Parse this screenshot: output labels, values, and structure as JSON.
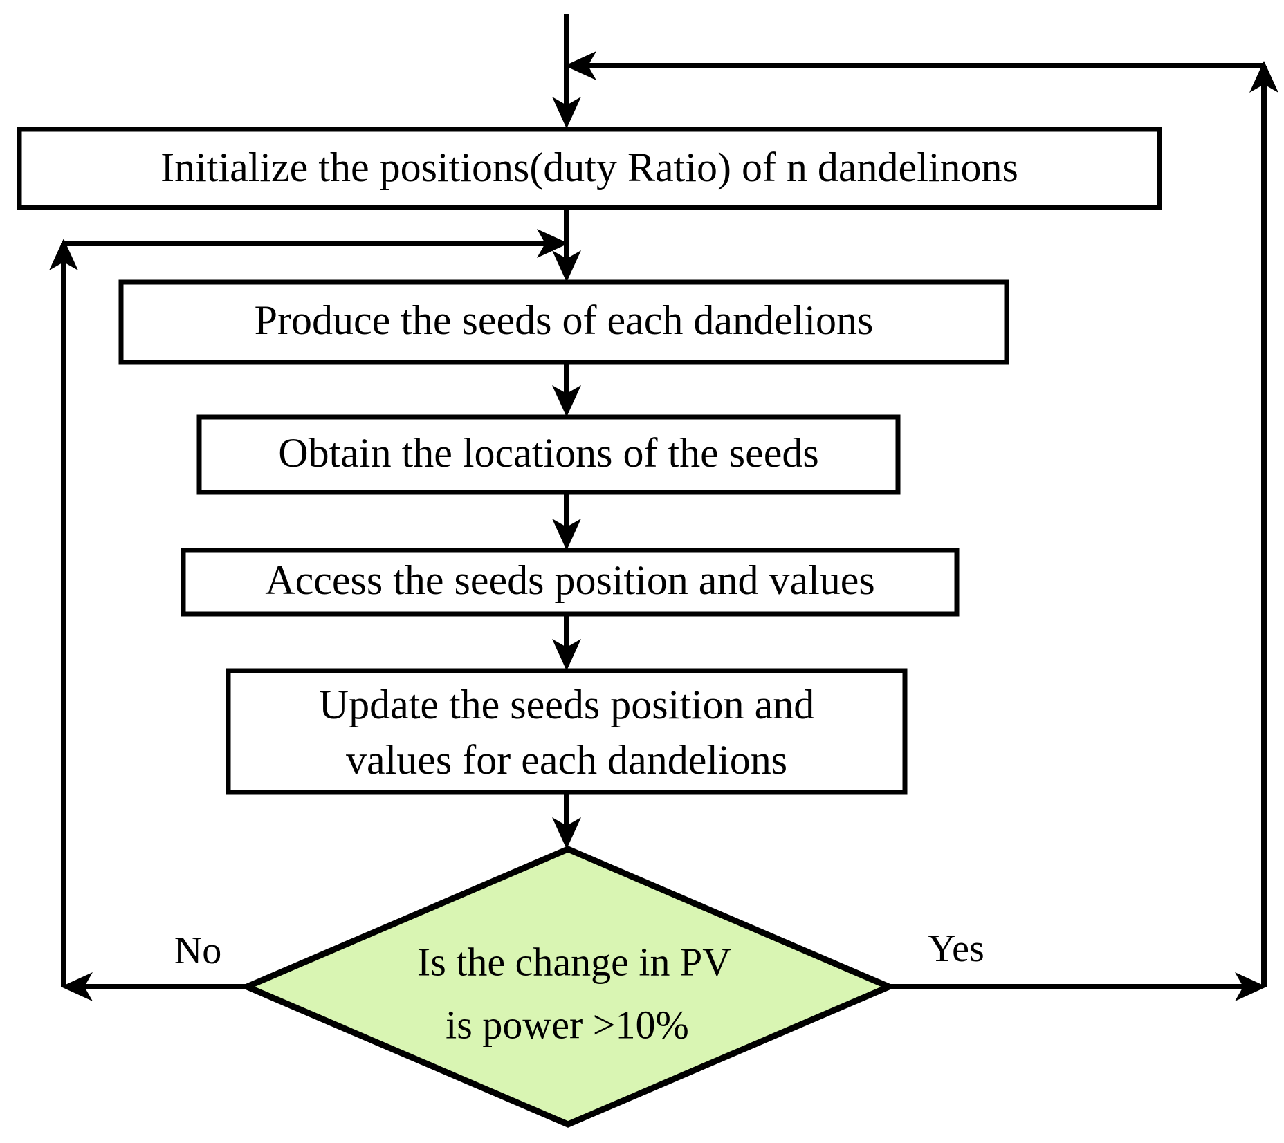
{
  "diagram": {
    "title": "Dandelion Optimizer MPPT Flowchart",
    "background_color": "#ffffff",
    "line_color": "#000000",
    "decision_fill_color": "#D9F5B3",
    "process_fill_color": "#ffffff"
  },
  "nodes": [
    {
      "id": "initialize",
      "type": "process",
      "label": "Initialize the positions(duty Ratio) of n dandelinons"
    },
    {
      "id": "produce-seeds",
      "type": "process",
      "label": "Produce the seeds of each dandelions"
    },
    {
      "id": "obtain-locations",
      "type": "process",
      "label": "Obtain the locations of the seeds"
    },
    {
      "id": "access-seeds",
      "type": "process",
      "label": "Access the seeds position and values"
    },
    {
      "id": "update-seeds",
      "type": "process",
      "label_line1": "Update the seeds position and",
      "label_line2": "values for each dandelions"
    },
    {
      "id": "decision-pv",
      "type": "decision",
      "label_line1": "Is the change in PV",
      "label_line2": "is power >10%"
    }
  ],
  "edge_labels": {
    "no": "No",
    "yes": "Yes"
  }
}
